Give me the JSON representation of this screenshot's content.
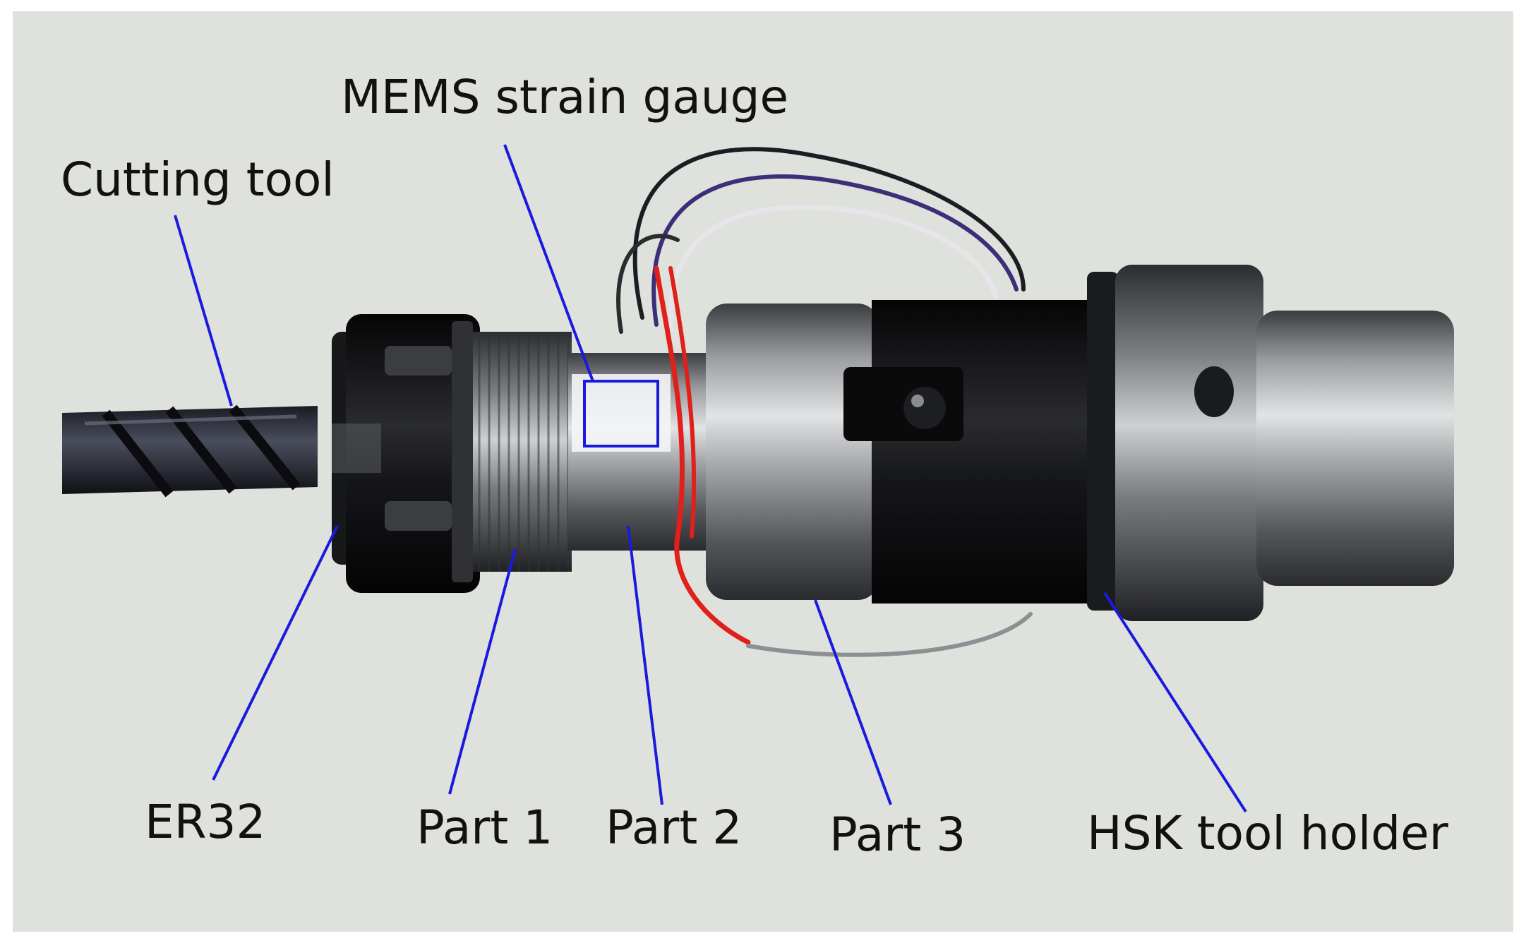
{
  "labels": {
    "mems": "MEMS strain gauge",
    "cutting_tool": "Cutting tool",
    "er32": "ER32",
    "part1": "Part 1",
    "part2": "Part 2",
    "part3": "Part 3",
    "hsk": "HSK tool holder"
  },
  "colors": {
    "background": "#dfe1dc",
    "leader_line": "#1a1adf",
    "highlight_box": "#1a1adf",
    "wire_red": "#e0201a",
    "metal": "#8c8e90",
    "black_body": "#121214"
  }
}
